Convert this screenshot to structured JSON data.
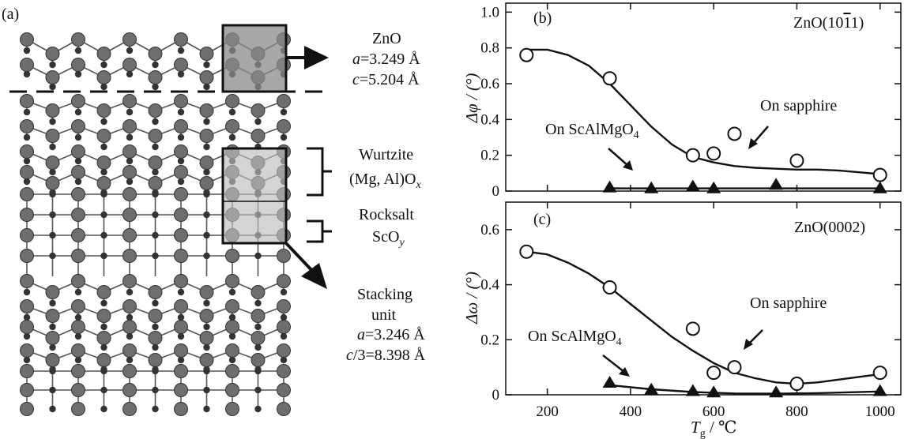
{
  "panel_a": {
    "label": "(a)",
    "zno": {
      "title": "ZnO",
      "a": "=3.249 Å",
      "c": "=5.204 Å",
      "a_sym": "a",
      "c_sym": "c"
    },
    "wurtzite": {
      "line1": "Wurtzite",
      "line2": "(Mg, Al)O",
      "sub": "x"
    },
    "rocksalt": {
      "line1": "Rocksalt",
      "line2": "ScO",
      "sub": "y"
    },
    "stacking": {
      "line1": "Stacking",
      "line2": "unit",
      "a_sym": "a",
      "a": "=3.246 Å",
      "c_sym": "c",
      "c": "/3=8.398 Å"
    },
    "colors": {
      "atom_big": "#6e6e6e",
      "atom_small": "#333333",
      "bond": "#555555",
      "box_fill": "#8a8a8a"
    }
  },
  "xaxis": {
    "label_sym": "T",
    "label_sub": "g",
    "label_unit": " / ℃",
    "ticks": [
      200,
      400,
      600,
      800,
      1000
    ],
    "xlim": [
      100,
      1050
    ]
  },
  "chart_data": [
    {
      "type": "scatter",
      "panel": "(b)",
      "title": "ZnO(10",
      "title_bar": "1",
      "title_end": "1)",
      "ylabel": "Δφ / (°)",
      "ylim": [
        0,
        1.05
      ],
      "yticks": [
        "0",
        "0.2",
        "0.4",
        "0.6",
        "0.8",
        "1.0"
      ],
      "series": [
        {
          "name": "On sapphire",
          "marker": "open-circle",
          "x": [
            150,
            350,
            550,
            600,
            650,
            800,
            1000
          ],
          "y": [
            0.76,
            0.63,
            0.2,
            0.21,
            0.32,
            0.17,
            0.09
          ],
          "fit_x": [
            150,
            200,
            250,
            300,
            350,
            400,
            450,
            500,
            550,
            600,
            650,
            700,
            750,
            800,
            850,
            900,
            950,
            1000
          ],
          "fit_y": [
            0.79,
            0.79,
            0.76,
            0.7,
            0.6,
            0.48,
            0.36,
            0.26,
            0.19,
            0.16,
            0.14,
            0.13,
            0.125,
            0.12,
            0.12,
            0.115,
            0.105,
            0.095
          ]
        },
        {
          "name": "On ScAlMgO",
          "name_sub": "4",
          "marker": "filled-triangle",
          "x": [
            350,
            450,
            550,
            600,
            750,
            1000
          ],
          "y": [
            0.015,
            0.01,
            0.02,
            0.01,
            0.03,
            0.01
          ],
          "fit_x": [
            350,
            1000
          ],
          "fit_y": [
            0.015,
            0.015
          ]
        }
      ]
    },
    {
      "type": "scatter",
      "panel": "(c)",
      "title": "ZnO(0002)",
      "ylabel": "Δω / (°)",
      "ylim": [
        0,
        0.7
      ],
      "yticks": [
        "0",
        "0.2",
        "0.4",
        "0.6"
      ],
      "series": [
        {
          "name": "On sapphire",
          "marker": "open-circle",
          "x": [
            150,
            350,
            550,
            600,
            650,
            800,
            1000
          ],
          "y": [
            0.52,
            0.39,
            0.24,
            0.08,
            0.1,
            0.04,
            0.08
          ],
          "fit_x": [
            150,
            200,
            250,
            300,
            350,
            400,
            450,
            500,
            550,
            600,
            650,
            700,
            750,
            800,
            850,
            900,
            950,
            1000
          ],
          "fit_y": [
            0.52,
            0.51,
            0.48,
            0.44,
            0.39,
            0.33,
            0.27,
            0.21,
            0.16,
            0.115,
            0.08,
            0.06,
            0.045,
            0.04,
            0.045,
            0.055,
            0.065,
            0.075
          ]
        },
        {
          "name": "On ScAlMgO",
          "name_sub": "4",
          "marker": "filled-triangle",
          "x": [
            350,
            450,
            550,
            600,
            750,
            1000
          ],
          "y": [
            0.04,
            0.015,
            0.01,
            0.005,
            0.005,
            0.01
          ],
          "fit_x": [
            350,
            450,
            550,
            650,
            750,
            850,
            1000
          ],
          "fit_y": [
            0.035,
            0.02,
            0.01,
            0.005,
            0.004,
            0.006,
            0.012
          ]
        }
      ]
    }
  ]
}
